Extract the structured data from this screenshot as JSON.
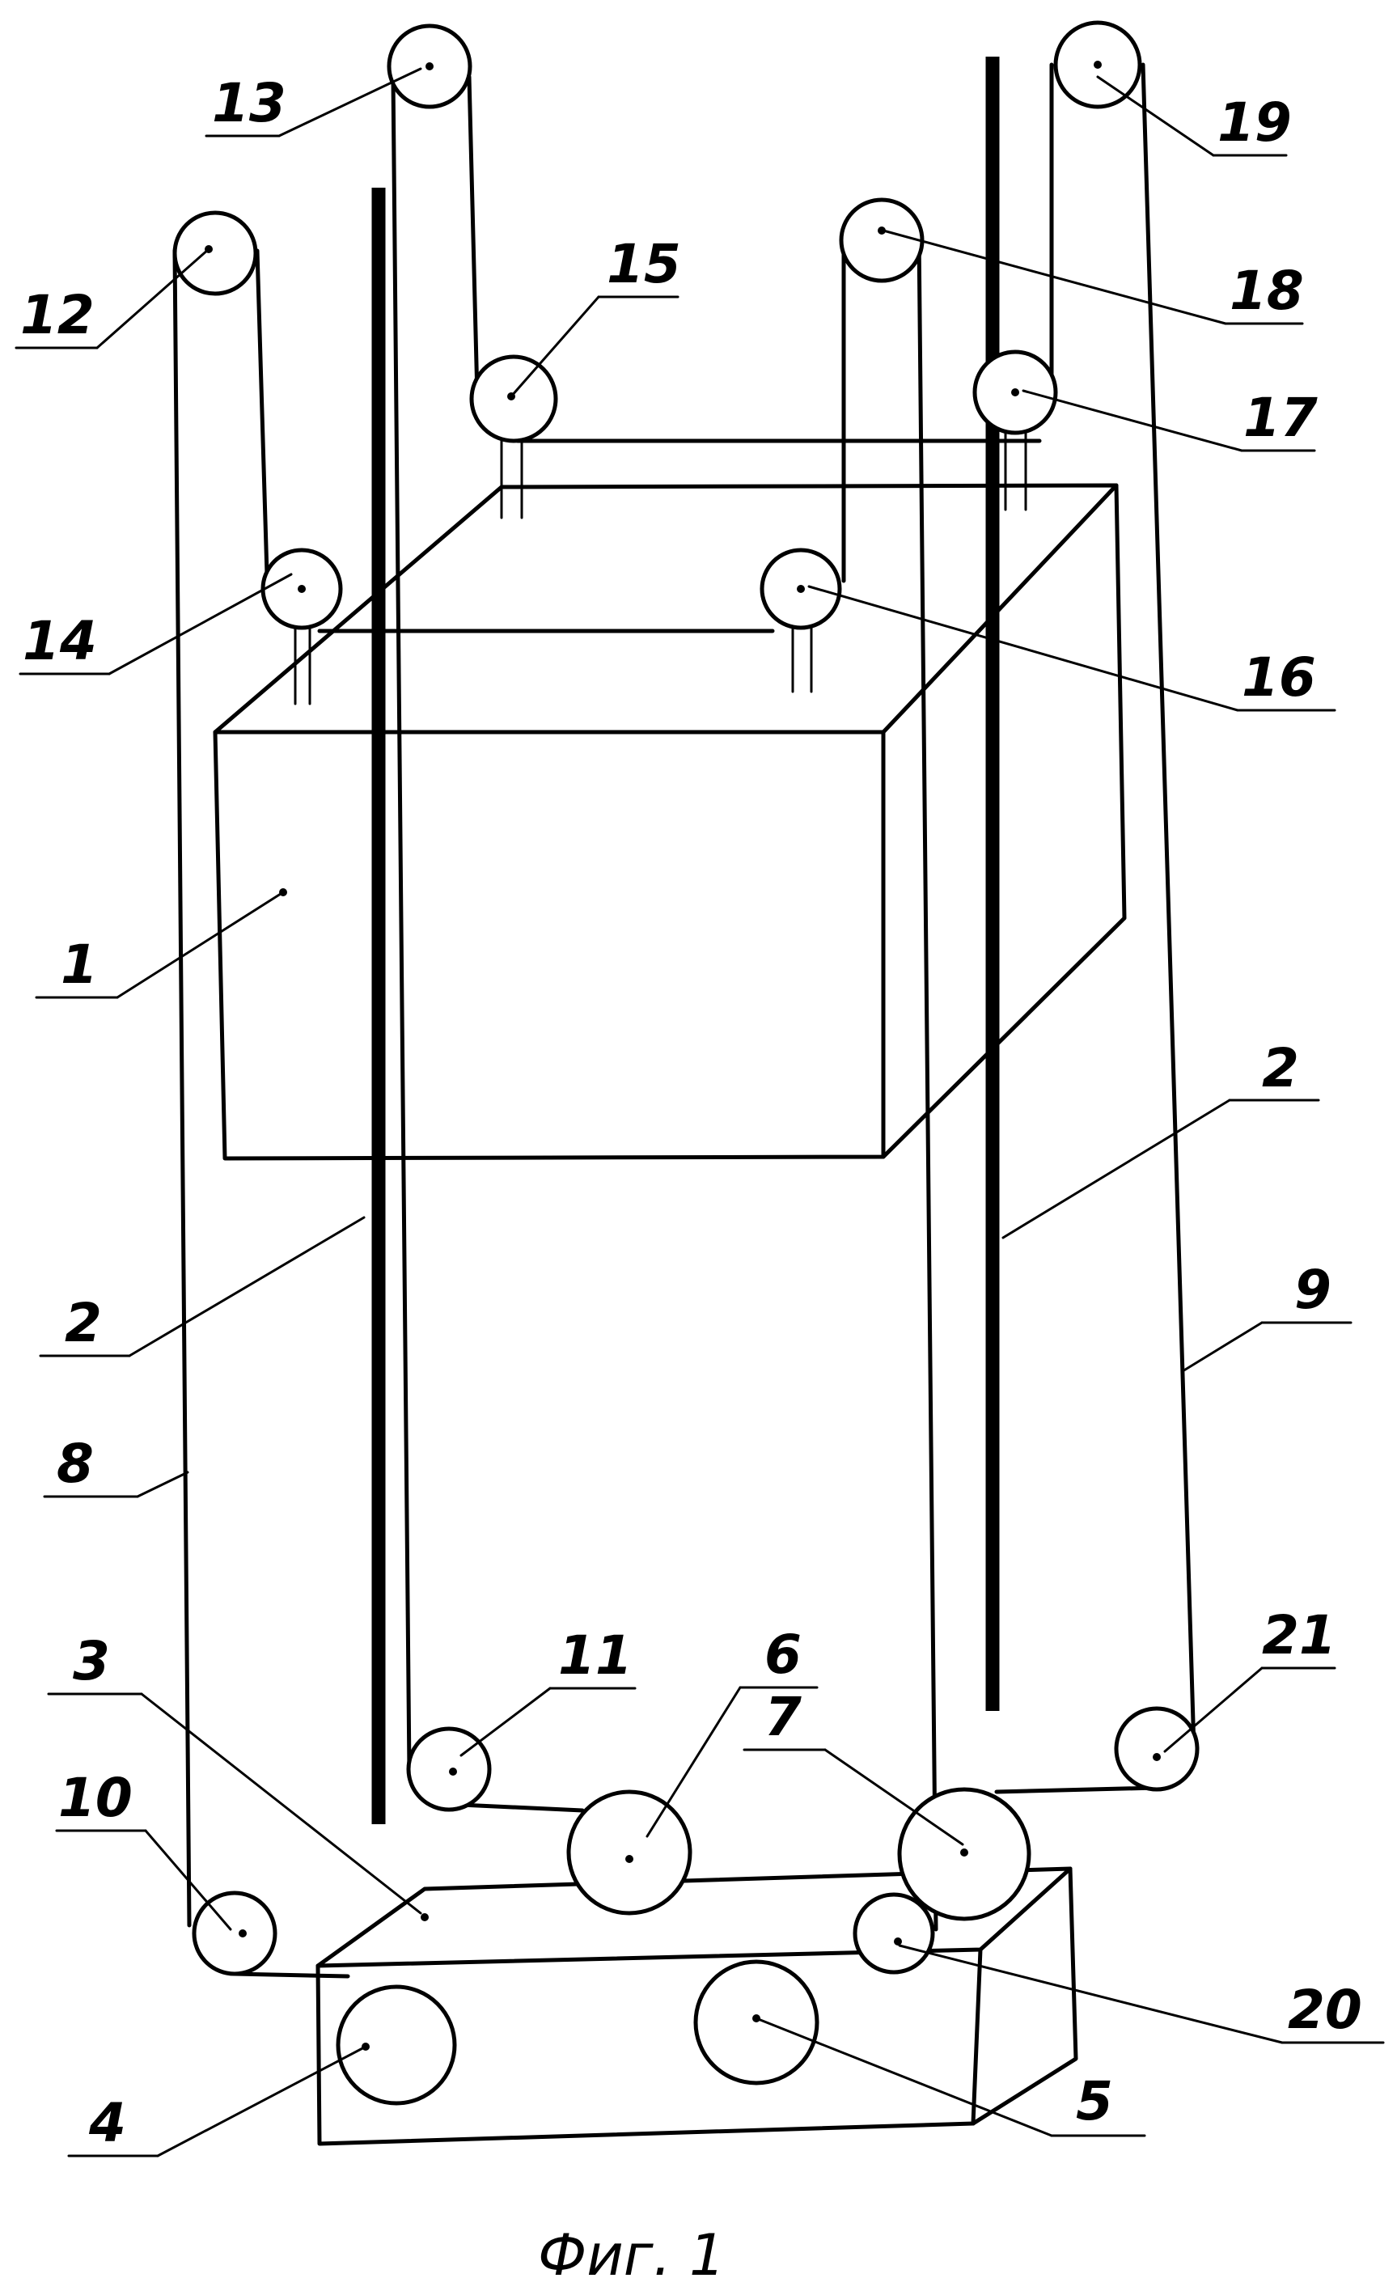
{
  "labels": {
    "l1": "1",
    "l2a": "2",
    "l2b": "2",
    "l3": "3",
    "l4": "4",
    "l5": "5",
    "l6": "6",
    "l7": "7",
    "l8": "8",
    "l9": "9",
    "l10": "10",
    "l11": "11",
    "l12": "12",
    "l13": "13",
    "l14": "14",
    "l15": "15",
    "l16": "16",
    "l17": "17",
    "l18": "18",
    "l19": "19",
    "l20": "20",
    "l21": "21"
  },
  "caption": "Фиг. 1"
}
